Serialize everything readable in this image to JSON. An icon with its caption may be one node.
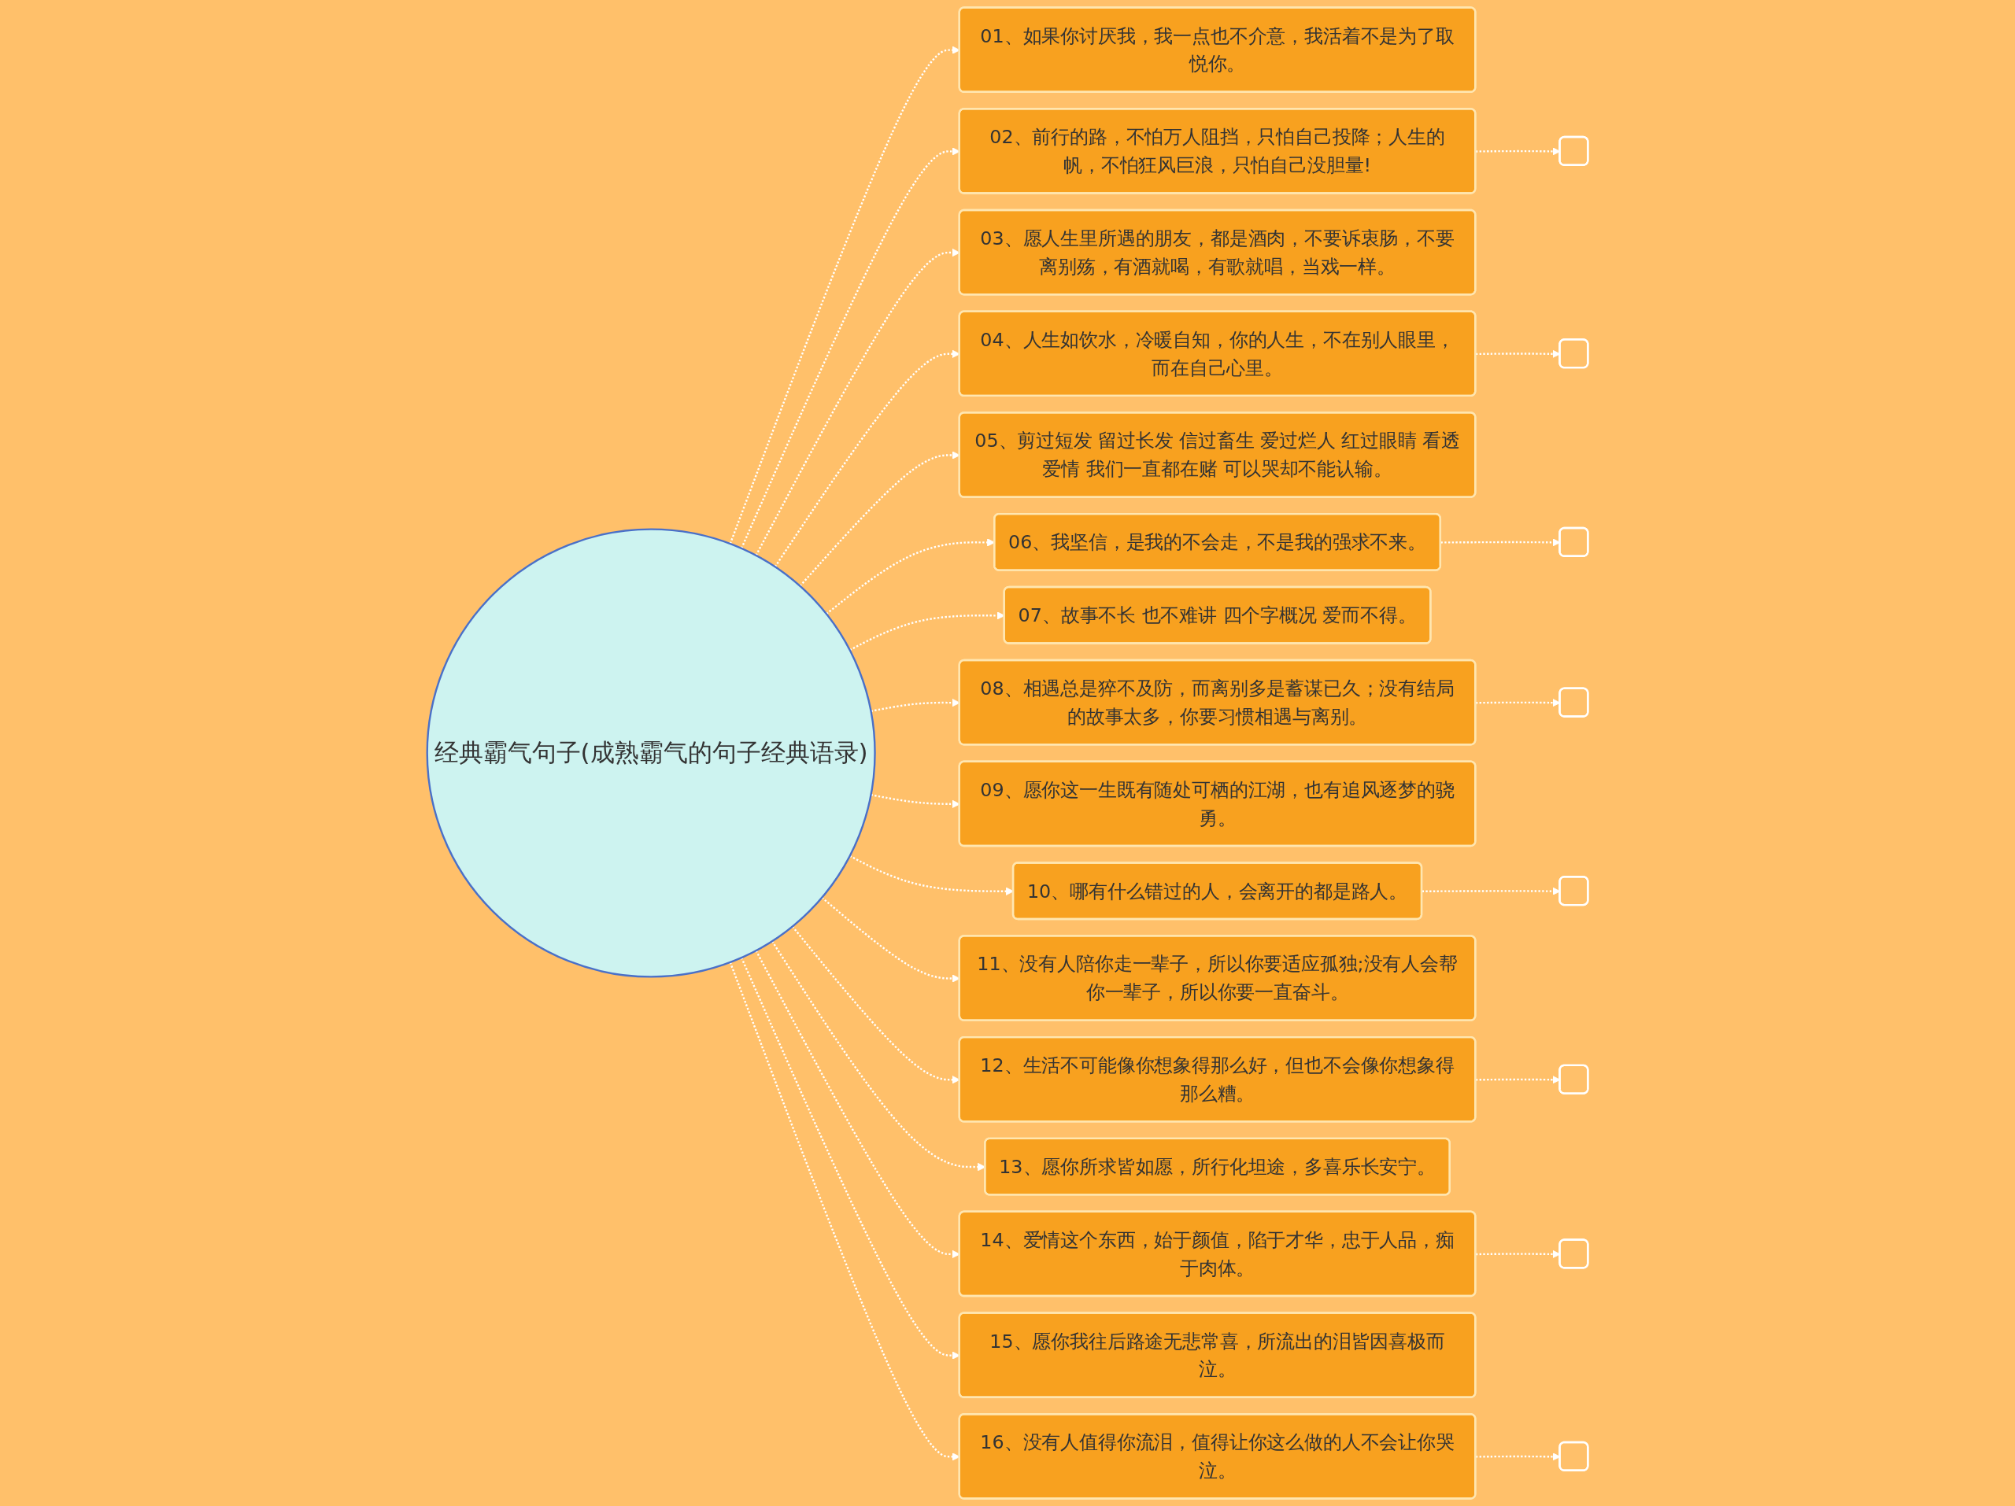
{
  "diagram": {
    "nodes": [
      {
        "text": [
          "经典霸气句子(成熟霸气的句子经典语录)"
        ]
      },
      {
        "text": [
          "01、如果你讨厌我，我一点也不介意，我活着不是为了取悦你。"
        ]
      },
      {
        "text": [
          "02、前行的路，不怕万人阻挡，只怕自己投降；人生的帆，不怕狂风巨浪，只怕自己没胆量!"
        ]
      },
      {
        "text": [
          "03、愿人生里所遇的朋友，都是酒肉，不要诉衷肠，不要离别殇，有酒就喝，有歌就唱，当戏一样。"
        ]
      },
      {
        "text": [
          "04、人生如饮水，冷暖自知，你的人生，不在别人眼里，而在自己心里。"
        ]
      },
      {
        "text": [
          "05、剪过短发 留过长发 信过畜生 爱过烂人 红过眼睛 看透爱情 我们一直都在赌 可以哭却不能认输。"
        ]
      },
      {
        "text": [
          "06、我坚信，是我的不会走，不是我的强求不来。"
        ]
      },
      {
        "text": [
          "07、故事不长 也不难讲 四个字概况 爱而不得。"
        ]
      },
      {
        "text": [
          "08、相遇总是猝不及防，而离别多是蓄谋已久；没有结局的故事太多，你要习惯相遇与离别。"
        ]
      },
      {
        "text": [
          "09、愿你这一生既有随处可栖的江湖，也有追风逐梦的骁勇。"
        ]
      },
      {
        "text": [
          "10、哪有什么错过的人，会离开的都是路人。"
        ]
      },
      {
        "text": [
          "11、没有人陪你走一辈子，所以你要适应孤独;没有人会帮你一辈子，所以你要一直奋斗。"
        ]
      },
      {
        "text": [
          "12、生活不可能像你想象得那么好，但也不会像你想象得那么糟。"
        ]
      },
      {
        "text": [
          "13、愿你所求皆如愿，所行化坦途，多喜乐长安宁。"
        ]
      },
      {
        "text": [
          "14、爱情这个东西，始于颜值，陷于才华，忠于人品，痴于肉体。"
        ]
      },
      {
        "text": [
          "15、愿你我往后路途无悲常喜，所流出的泪皆因喜极而泣。"
        ]
      },
      {
        "text": [
          "16、没有人值得你流泪，值得让你这么做的人不会让你哭泣。"
        ]
      },
      {
        "text": [],
        "shape": "box"
      },
      {
        "text": [],
        "shape": "box"
      },
      {
        "text": [],
        "shape": "box"
      },
      {
        "text": [],
        "shape": "box"
      },
      {
        "text": [],
        "shape": "box"
      },
      {
        "text": [],
        "shape": "box"
      },
      {
        "text": [],
        "shape": "box"
      },
      {
        "text": [],
        "shape": "box"
      }
    ],
    "edges": [
      {
        "from": 0,
        "to": 1,
        "arrow": "to",
        "style": "dashed"
      },
      {
        "from": 0,
        "to": 2,
        "arrow": "to",
        "style": "dashed"
      },
      {
        "from": 0,
        "to": 3,
        "arrow": "to",
        "style": "dashed"
      },
      {
        "from": 0,
        "to": 4,
        "arrow": "to",
        "style": "dashed"
      },
      {
        "from": 0,
        "to": 5,
        "arrow": "to",
        "style": "dashed"
      },
      {
        "from": 0,
        "to": 6,
        "arrow": "to",
        "style": "dashed"
      },
      {
        "from": 0,
        "to": 7,
        "arrow": "to",
        "style": "dashed"
      },
      {
        "from": 0,
        "to": 8,
        "arrow": "to",
        "style": "dashed"
      },
      {
        "from": 0,
        "to": 9,
        "arrow": "to",
        "style": "dashed"
      },
      {
        "from": 0,
        "to": 10,
        "arrow": "to",
        "style": "dashed"
      },
      {
        "from": 0,
        "to": 11,
        "arrow": "to",
        "style": "dashed"
      },
      {
        "from": 0,
        "to": 12,
        "arrow": "to",
        "style": "dashed"
      },
      {
        "from": 0,
        "to": 13,
        "arrow": "to",
        "style": "dashed"
      },
      {
        "from": 0,
        "to": 14,
        "arrow": "to",
        "style": "dashed"
      },
      {
        "from": 0,
        "to": 15,
        "arrow": "to",
        "style": "dashed"
      },
      {
        "from": 0,
        "to": 16,
        "arrow": "to",
        "style": "dashed"
      },
      {
        "from": 2,
        "to": 17,
        "arrow": "to",
        "style": "dashed"
      },
      {
        "from": 4,
        "to": 18,
        "arrow": "to",
        "style": "dashed"
      },
      {
        "from": 6,
        "to": 19,
        "arrow": "to",
        "style": "dashed"
      },
      {
        "from": 8,
        "to": 20,
        "arrow": "to",
        "style": "dashed"
      },
      {
        "from": 10,
        "to": 21,
        "arrow": "to",
        "style": "dashed"
      },
      {
        "from": 12,
        "to": 22,
        "arrow": "to",
        "style": "dashed"
      },
      {
        "from": 14,
        "to": 23,
        "arrow": "to",
        "style": "dashed"
      },
      {
        "from": 16,
        "to": 24,
        "arrow": "to",
        "style": "dashed"
      }
    ]
  }
}
